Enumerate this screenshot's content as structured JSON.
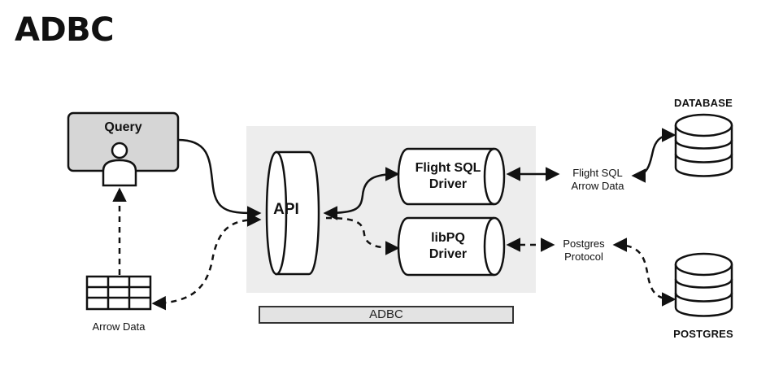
{
  "title": "ADBC",
  "nodes": {
    "query": "Query",
    "api": "API",
    "flight_sql_driver": [
      "Flight SQL",
      "Driver"
    ],
    "libpq_driver": [
      "libPQ",
      "Driver"
    ],
    "adbc_bar": "ADBC",
    "arrow_data": "Arrow Data",
    "flight_sql_arrow_data": [
      "Flight SQL",
      "Arrow Data"
    ],
    "postgres_protocol": [
      "Postgres",
      "Protocol"
    ],
    "database": "DATABASE",
    "postgres": "POSTGRES"
  },
  "icons": [
    "user-icon",
    "table-grid-icon",
    "database-icon"
  ]
}
